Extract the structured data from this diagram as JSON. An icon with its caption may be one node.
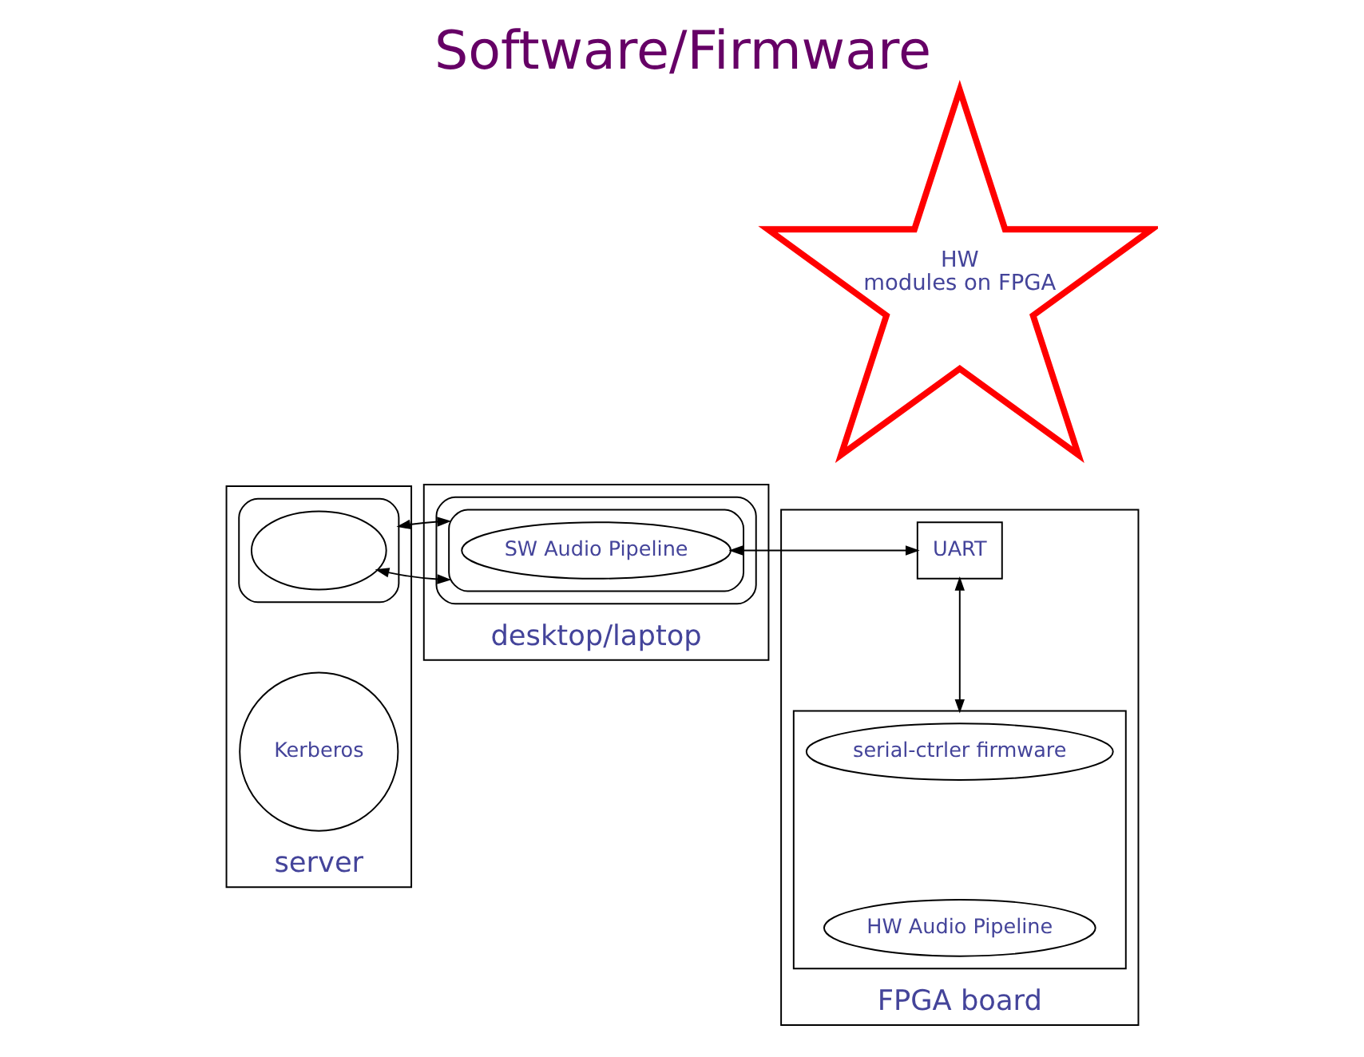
{
  "diagram": {
    "title": "Software/Firmware",
    "nodes": [
      {
        "text": [
          "server"
        ]
      },
      {
        "text": [],
        "shape": "ellipse",
        "in": 0
      },
      {
        "text": [],
        "shape": "ellipse",
        "in": 1
      },
      {
        "text": [
          "Kerberos"
        ],
        "in": 0
      },
      {
        "text": [
          "desktop/laptop"
        ]
      },
      {
        "text": [],
        "shape": "ellipse",
        "in": 4
      },
      {
        "text": [],
        "shape": "ellipse",
        "in": 5
      },
      {
        "text": [
          "SW Audio Pipeline"
        ],
        "in": 6
      },
      {
        "text": [
          "FPGA board"
        ]
      },
      {
        "text": [
          "UART"
        ],
        "in": 8
      },
      {
        "text": [],
        "shape": "box",
        "in": 8
      },
      {
        "text": [
          "serial-ctrler firmware"
        ],
        "in": 10
      },
      {
        "text": [
          "HW Audio Pipeline"
        ],
        "in": 10
      },
      {
        "text": [
          "HW modules on FPGA"
        ]
      }
    ],
    "edges": [
      {
        "from": 2,
        "to": 6,
        "arrow": "both"
      },
      {
        "from": 1,
        "to": 6,
        "arrow": "both"
      },
      {
        "from": 7,
        "to": 9,
        "arrow": "both"
      },
      {
        "from": 9,
        "to": 10,
        "arrow": "both"
      }
    ]
  }
}
